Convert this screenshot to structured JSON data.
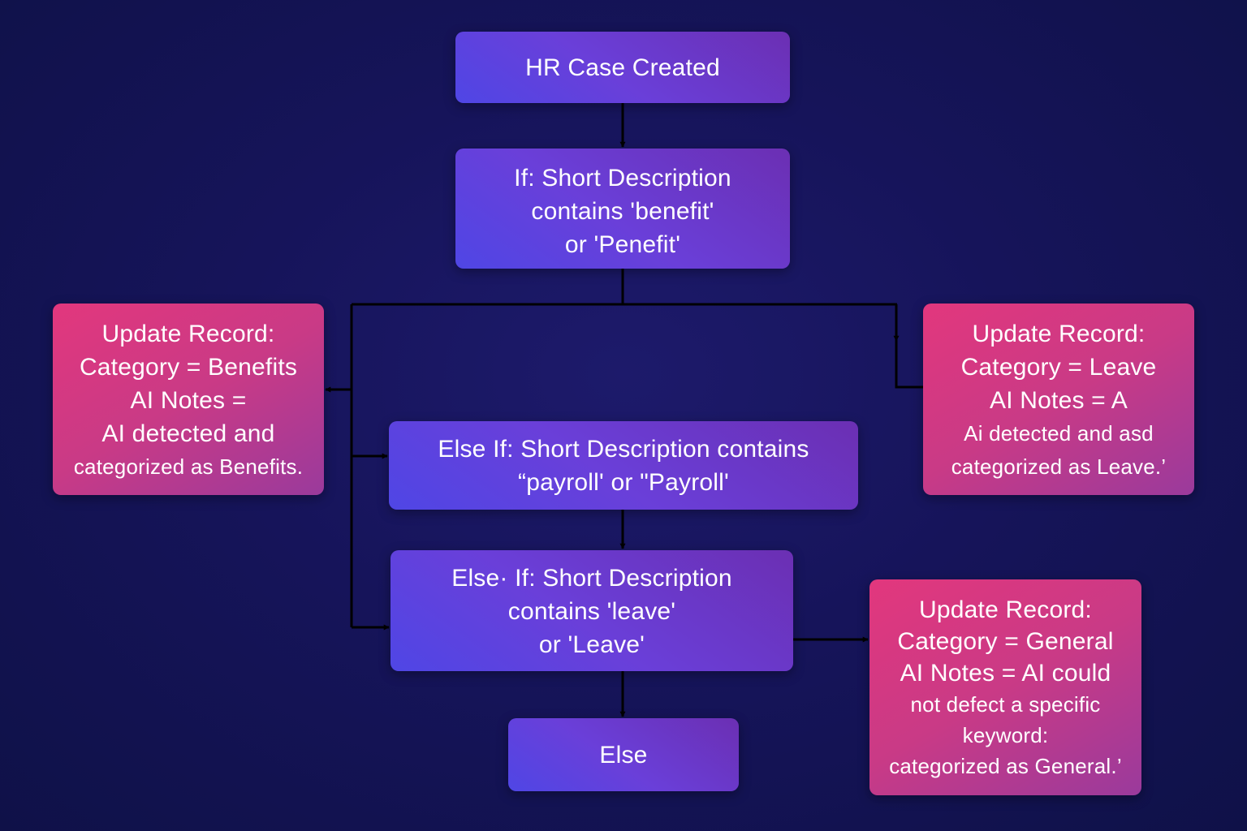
{
  "nodes": {
    "start": {
      "lines": [
        "HR Case Created"
      ]
    },
    "if_benefit": {
      "lines": [
        "If:  Short Description",
        "contains 'benefit'",
        "or 'Penefit'"
      ]
    },
    "update_benefits": {
      "lines": [
        "Update Record:",
        "Category = Benefits",
        "AI Notes =",
        "AI detected and",
        "categorized as Benefits."
      ]
    },
    "update_leave": {
      "lines": [
        "Update Record:",
        "Category = Leave",
        "AI  Notes = A",
        "Ai detected and asd",
        "categorized as Leave.’"
      ]
    },
    "elseif_payroll": {
      "lines": [
        "Else If: Short Description contains",
        "“payroll' or \"Payroll'"
      ]
    },
    "elseif_leave": {
      "lines": [
        "Else·  If: Short Description",
        "contains 'leave'",
        "or 'Leave'"
      ]
    },
    "update_general": {
      "lines": [
        "Update Record:",
        "Category = General",
        "AI  Notes = AI could",
        "not defect a specific",
        "keyword:",
        "categorized as General.’"
      ]
    },
    "else": {
      "lines": [
        "Else"
      ]
    }
  },
  "colors": {
    "background": "#16145a",
    "condition_box": "#5b3fd6",
    "update_box": "#d63a80",
    "connector": "#000000"
  }
}
